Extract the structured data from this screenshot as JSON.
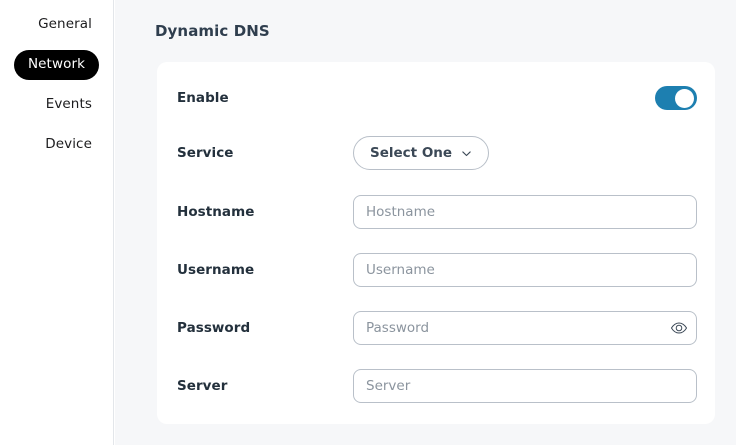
{
  "sidebar": {
    "items": [
      {
        "label": "General",
        "active": false
      },
      {
        "label": "Network",
        "active": true
      },
      {
        "label": "Events",
        "active": false
      },
      {
        "label": "Device",
        "active": false
      }
    ]
  },
  "panel": {
    "title": "Dynamic DNS"
  },
  "form": {
    "enable": {
      "label": "Enable",
      "state": "on"
    },
    "service": {
      "label": "Service",
      "selected": "Select One",
      "icon": "chevron-down-icon"
    },
    "hostname": {
      "label": "Hostname",
      "value": "",
      "placeholder": "Hostname"
    },
    "username": {
      "label": "Username",
      "value": "",
      "placeholder": "Username"
    },
    "password": {
      "label": "Password",
      "value": "",
      "placeholder": "Password",
      "reveal_icon": "eye-icon"
    },
    "server": {
      "label": "Server",
      "value": "",
      "placeholder": "Server"
    }
  },
  "colors": {
    "toggle_on": "#1d7fb0",
    "active_nav_bg": "#000000",
    "panel_bg": "#f6f7f9",
    "title": "#2f3e4e"
  }
}
